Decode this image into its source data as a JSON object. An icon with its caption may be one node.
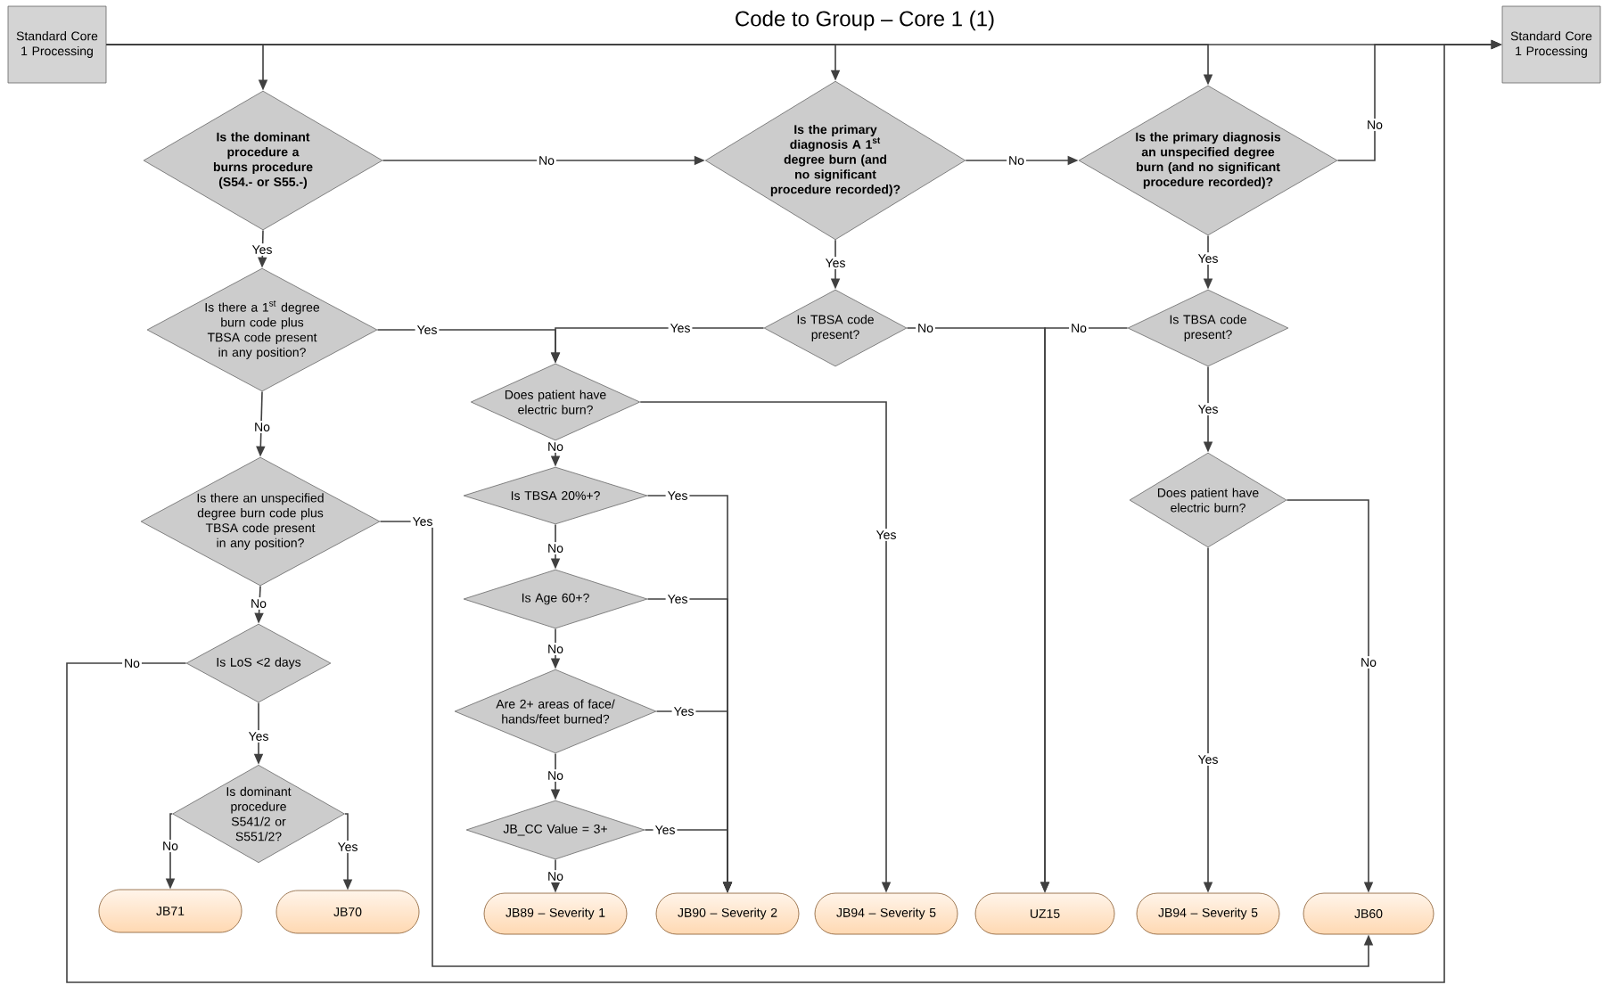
{
  "diagram": {
    "title": "Code to Group – Core 1 (1)",
    "nodes": [
      {
        "text": [
          "Standard Core 1 Processing"
        ]
      },
      {
        "text": [
          "Standard Core 1 Processing"
        ]
      },
      {
        "text": [
          "Is the dominant procedure a burns procedure (S54.- or S55.-)"
        ]
      },
      {
        "text": [
          "Is the primary diagnosis A 1$^{st}$ degree burn (and no significant procedure recorded)?"
        ]
      },
      {
        "text": [
          "Is the primary diagnosis an unspecified degree burn (and no significant procedure recorded)?"
        ]
      },
      {
        "text": [
          "Is there a 1$^{st}$ degree burn code plus TBSA code present in any position?"
        ]
      },
      {
        "text": [
          "Is TBSA code present?"
        ]
      },
      {
        "text": [
          "Is TBSA code present?"
        ]
      },
      {
        "text": [
          "Does patient have electric burn?"
        ]
      },
      {
        "text": [
          "Is there an unspecified degree burn code plus TBSA code present in any position?"
        ]
      },
      {
        "text": [
          "Is TBSA 20%+?"
        ]
      },
      {
        "text": [
          "Does patient have electric burn?"
        ]
      },
      {
        "text": [
          "Is Age 60+?"
        ]
      },
      {
        "text": [
          "Is LoS <2 days"
        ]
      },
      {
        "text": [
          "Are 2+ areas of face/ hands/feet burned?"
        ]
      },
      {
        "text": [
          "Is dominant procedure S541/2 or S551/2?"
        ]
      },
      {
        "text": [
          "JB_CC Value = 3+"
        ]
      },
      {
        "text": [
          "JB71"
        ]
      },
      {
        "text": [
          "JB70"
        ]
      },
      {
        "text": [
          "JB89 – Severity 1"
        ]
      },
      {
        "text": [
          "JB90 – Severity 2"
        ]
      },
      {
        "text": [
          "JB94 – Severity 5"
        ]
      },
      {
        "text": [
          "UZ15"
        ]
      },
      {
        "text": [
          "JB94 – Severity 5"
        ]
      },
      {
        "text": [
          "JB60"
        ]
      }
    ],
    "edges": [
      {
        "from": 0,
        "to": 1,
        "arrow": "to"
      },
      {
        "from": 0,
        "to": 2,
        "arrow": "to"
      },
      {
        "from": 0,
        "to": 3,
        "arrow": "to"
      },
      {
        "from": 0,
        "to": 4,
        "arrow": "to"
      },
      {
        "from": 2,
        "to": 3,
        "arrow": "to",
        "label": "No"
      },
      {
        "from": 3,
        "to": 4,
        "arrow": "to",
        "label": "No"
      },
      {
        "from": 4,
        "to": 1,
        "arrow": "to",
        "label": "No"
      },
      {
        "from": 2,
        "to": 5,
        "arrow": "to",
        "label": "Yes"
      },
      {
        "from": 3,
        "to": 6,
        "arrow": "to",
        "label": "Yes"
      },
      {
        "from": 4,
        "to": 7,
        "arrow": "to",
        "label": "Yes"
      },
      {
        "from": 5,
        "to": 8,
        "arrow": "to",
        "label": "Yes"
      },
      {
        "from": 6,
        "to": 8,
        "arrow": "to",
        "label": "Yes"
      },
      {
        "from": 6,
        "to": 22,
        "arrow": "to",
        "label": "No"
      },
      {
        "from": 7,
        "to": 22,
        "arrow": "to",
        "label": "No"
      },
      {
        "from": 5,
        "to": 9,
        "arrow": "to",
        "label": "No"
      },
      {
        "from": 7,
        "to": 11,
        "arrow": "to",
        "label": "Yes"
      },
      {
        "from": 8,
        "to": 10,
        "arrow": "to",
        "label": "No"
      },
      {
        "from": 8,
        "to": 21,
        "arrow": "to",
        "label": "Yes"
      },
      {
        "from": 9,
        "to": 24,
        "arrow": "to",
        "label": "Yes"
      },
      {
        "from": 9,
        "to": 13,
        "arrow": "to",
        "label": "No"
      },
      {
        "from": 10,
        "to": 20,
        "arrow": "to",
        "label": "Yes"
      },
      {
        "from": 10,
        "to": 12,
        "arrow": "to",
        "label": "No"
      },
      {
        "from": 12,
        "to": 20,
        "arrow": "to",
        "label": "Yes"
      },
      {
        "from": 13,
        "to": 1,
        "arrow": "to",
        "label": "No"
      },
      {
        "from": 12,
        "to": 14,
        "arrow": "to",
        "label": "No"
      },
      {
        "from": 14,
        "to": 20,
        "arrow": "to",
        "label": "Yes"
      },
      {
        "from": 11,
        "to": 23,
        "arrow": "to",
        "label": "Yes"
      },
      {
        "from": 11,
        "to": 24,
        "arrow": "to",
        "label": "No"
      },
      {
        "from": 13,
        "to": 15,
        "arrow": "to",
        "label": "Yes"
      },
      {
        "from": 14,
        "to": 16,
        "arrow": "to",
        "label": "No"
      },
      {
        "from": 15,
        "to": 17,
        "arrow": "to",
        "label": "No"
      },
      {
        "from": 15,
        "to": 18,
        "arrow": "to",
        "label": "Yes"
      },
      {
        "from": 16,
        "to": 20,
        "arrow": "to",
        "label": "Yes"
      },
      {
        "from": 16,
        "to": 19,
        "arrow": "to",
        "label": "No"
      }
    ]
  }
}
